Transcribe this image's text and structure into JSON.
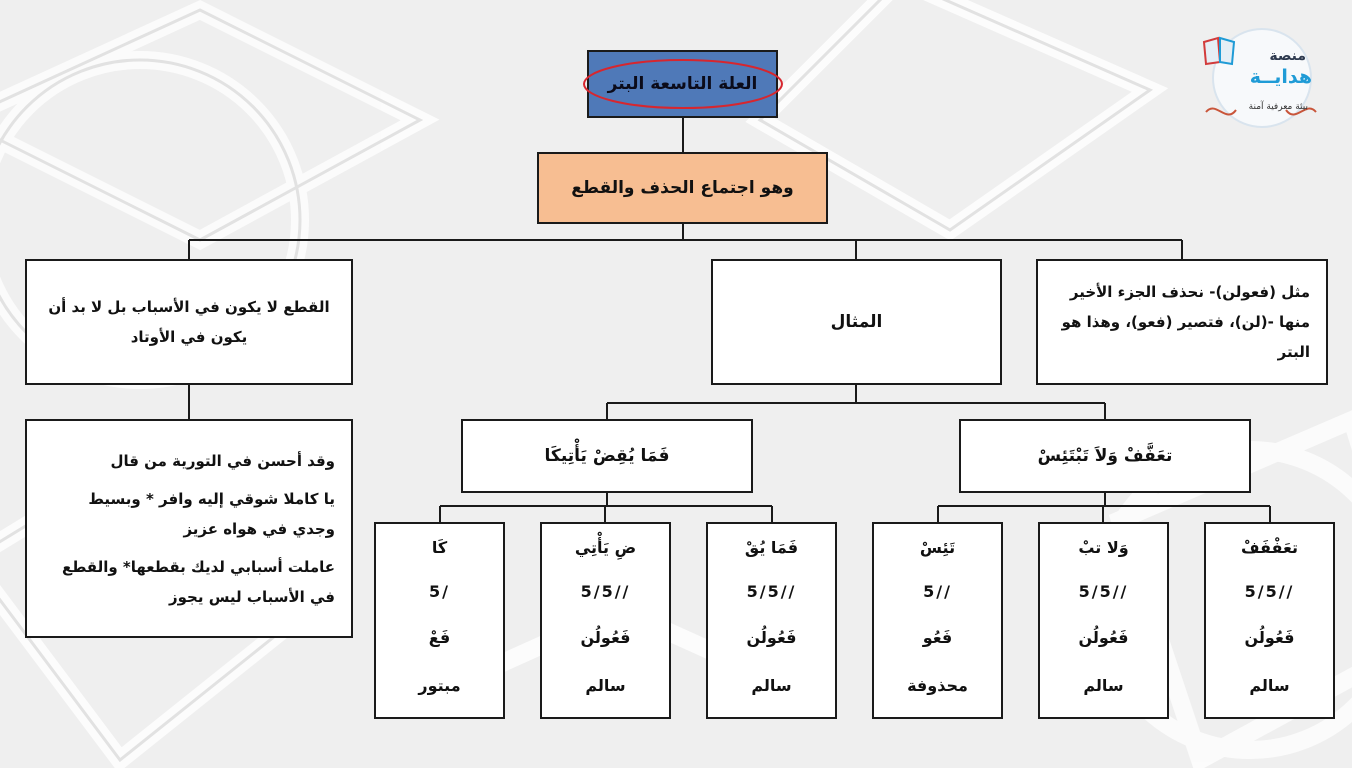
{
  "title": "العلة التاسعة البتر",
  "definition": "وهو اجتماع الحذف والقطع",
  "left_note": "القطع لا يكون في الأسباب بل لا بد أن يكون في الأوتاد",
  "center_label": "المثال",
  "right_note": "مثل (فعولن)- نحذف الجزء الأخير منها -(لن)، فتصير (فعو)، وهذا هو البتر",
  "poem": {
    "intro": "وقد أحسن في التورية من قال",
    "verse1": "يا كاملا شوقي إليه وافر * وبسيط وجدي في هواه عزيز",
    "verse2": "عاملت أسبابي لديك بقطعها* والقطع في الأسباب ليس يجوز"
  },
  "examples": [
    {
      "phrase": "فَمَا يُقِضْ يَأْتِيكَا",
      "feet": [
        {
          "text": "فَمَا يُقْ",
          "marks": "//5/5",
          "pattern": "فَعُولُن",
          "status": "سالم"
        },
        {
          "text": "ضِ يَأْتِي",
          "marks": "//5/5",
          "pattern": "فَعُولُن",
          "status": "سالم"
        },
        {
          "text": "كَا",
          "marks": "/5",
          "pattern": "فَعْ",
          "status": "مبتور"
        }
      ]
    },
    {
      "phrase": "تعَفَّفْ وَلاَ تَبْتَئِسْ",
      "feet": [
        {
          "text": "تعَفْفَفْ",
          "marks": "//5/5",
          "pattern": "فَعُولُن",
          "status": "سالم"
        },
        {
          "text": "وَلا تبْ",
          "marks": "//5/5",
          "pattern": "فَعُولُن",
          "status": "سالم"
        },
        {
          "text": "تَئِسْ",
          "marks": "//5",
          "pattern": "فَعُو",
          "status": "محذوفة"
        }
      ]
    }
  ],
  "logo": {
    "name_top": "منصة",
    "name_main": "هدايــة",
    "tagline": "بيئة معرفية آمنة"
  },
  "colors": {
    "title_fill": "#4f79b8",
    "definition_fill": "#f7be92",
    "highlight_oval": "#d7262e"
  }
}
